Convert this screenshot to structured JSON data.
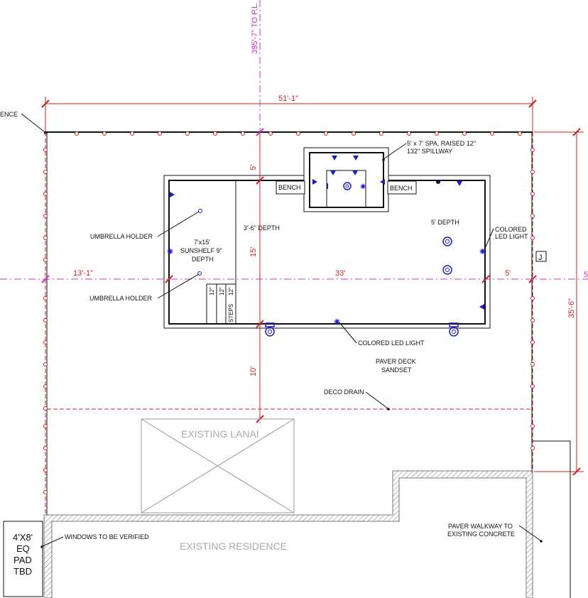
{
  "plan": {
    "top_ref": "395'-7\" TO P.L.",
    "top_ref_right": "5",
    "dims": {
      "overall_width": "51'-1\"",
      "left_setback": "13'-1\"",
      "pool_length": "33'",
      "right_setback": "5'",
      "overall_depth": "35'-6\"",
      "top_setback": "5'",
      "pool_width": "15'",
      "deck_depth": "10'"
    },
    "labels": {
      "fence": "ENCE",
      "spa_line1": "5' x 7' SPA, RAISED 12\"",
      "spa_line2": "132\" SPILLWAY",
      "bench_left": "BENCH",
      "bench_right": "BENCH",
      "umbrella_1": "UMBRELLA HOLDER",
      "umbrella_2": "UMBRELLA HOLDER",
      "sunshelf_1": "7'x15'",
      "sunshelf_2": "SUNSHELF 9\"",
      "sunshelf_3": "DEPTH",
      "depth_shallow": "3'-6\"  DEPTH",
      "depth_deep": "5'  DEPTH",
      "led_right_1": "COLORED",
      "led_right_2": "LED LIGHT",
      "junction": "J",
      "steps": "STEPS",
      "step_1": "12\"",
      "step_2": "12\"",
      "step_3": "12\"",
      "led_bottom": "COLORED LED LIGHT",
      "deck_1": "PAVER DECK",
      "deck_2": "SANDSET",
      "drain": "DECO DRAIN",
      "lanai": "EXISTING LANAI",
      "residence": "EXISTING RESIDENCE",
      "windows": "WINDOWS TO BE VERIFIED",
      "pad_1": "4'X8'",
      "pad_2": "EQ",
      "pad_3": "PAD",
      "pad_4": "TBD",
      "walkway_1": "PAVER WALKWAY TO",
      "walkway_2": "EXISTING CONCRETE"
    }
  }
}
